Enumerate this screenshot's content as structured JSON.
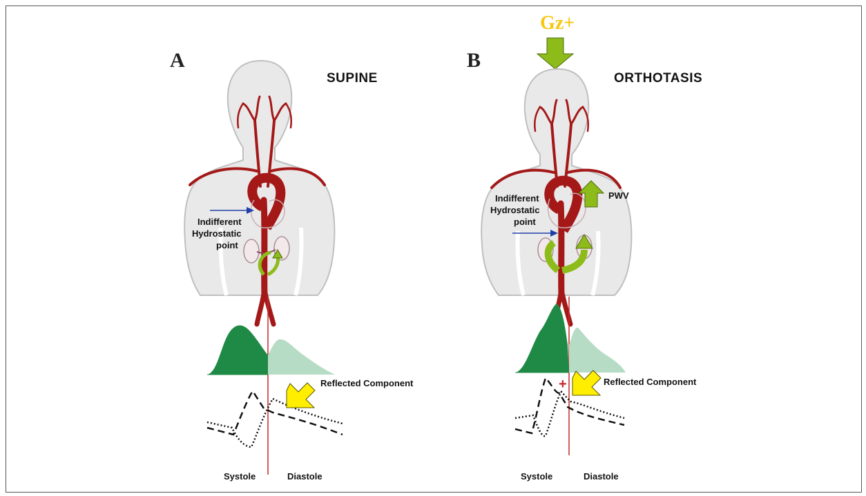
{
  "panel_a": {
    "letter": "A",
    "title": "SUPINE",
    "hydrostatic_label": [
      "Indifferent",
      "Hydrostatic",
      "point"
    ],
    "reflected_label": "Reflected Component",
    "systole_label": "Systole",
    "diastole_label": "Diastole"
  },
  "panel_b": {
    "letter": "B",
    "title": "ORTHOTASIS",
    "gz_label": "Gz+",
    "pwv_label": "PWV",
    "hydrostatic_label": [
      "Indifferent",
      "Hydrostatic",
      "point"
    ],
    "reflected_label": "Reflected Component",
    "systole_label": "Systole",
    "diastole_label": "Diastole",
    "reflection_marker": "+"
  },
  "colors": {
    "artery": "#a41818",
    "forward_wave": "#1f8a45",
    "reflected_wave": "#b6dcc5",
    "green_arrow": "#8dbb1a",
    "yellow_arrow": "#ffee00",
    "blue_arrow": "#1f3fa8",
    "divider": "#c62828",
    "gz_text": "#f6c812"
  },
  "icons": [
    "body-silhouette",
    "arterial-tree",
    "down-arrow",
    "up-arrow",
    "curved-arrow"
  ]
}
